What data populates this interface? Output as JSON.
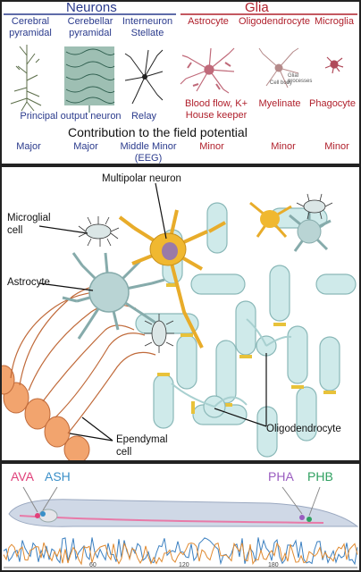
{
  "panel1": {
    "neurons_header": "Neurons",
    "glia_header": "Glia",
    "cells": [
      {
        "name": "Cerebral pyramidal"
      },
      {
        "name": "Cerebellar pyramidal"
      },
      {
        "name": "Interneuron Stellate"
      },
      {
        "name": "Astrocyte"
      },
      {
        "name": "Oligodendrocyte"
      },
      {
        "name": "Microglia"
      }
    ],
    "roles": {
      "principal": "Principal output neuron",
      "relay": "Relay",
      "astrocyte": "Blood flow, K+ House keeper",
      "oligo": "Myelinate",
      "microglia": "Phagocyte"
    },
    "oligo_sub": {
      "cell_body": "Cell body",
      "glial": "Glial processes"
    },
    "contribution_title": "Contribution to the field potential",
    "contributions": [
      "Major",
      "Major",
      "Middle Minor (EEG)",
      "Minor",
      "Minor",
      "Minor"
    ]
  },
  "panel2": {
    "multipolar": "Multipolar neuron",
    "microglial": "Microglial cell",
    "astrocyte": "Astrocyte",
    "ependymal": "Ependymal cell",
    "oligodendrocyte": "Oligodendrocyte"
  },
  "panel3": {
    "labels": {
      "ava": "AVA",
      "ash": "ASH",
      "pha": "PHA",
      "phb": "PHB"
    },
    "colors": {
      "ava": "#e0407a",
      "ash": "#3a8fc8",
      "pha": "#9a5cc0",
      "phb": "#2fa060"
    },
    "ticks": [
      "60",
      "120",
      "180"
    ]
  }
}
